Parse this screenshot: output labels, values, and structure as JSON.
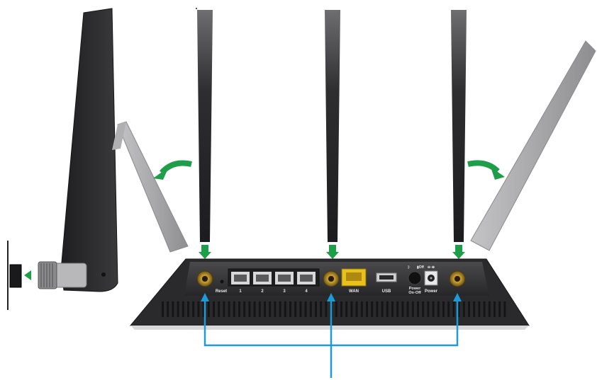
{
  "colors": {
    "antenna_dark": "#2a2a2c",
    "antenna_light": "#9a9a9c",
    "router_body": "#3c3c3e",
    "router_bezel": "#2c2c2e",
    "arrow_green": "#1f9e4a",
    "callout_blue": "#1e9ad6",
    "connector_gold": "#c8a030",
    "wan_yellow": "#e8c21a"
  },
  "icons": {
    "rotate_left": "curved-arrow-left-icon",
    "rotate_right": "curved-arrow-right-icon",
    "insert": "arrow-down-icon"
  },
  "port_labels": {
    "reset": "Reset",
    "lan_1": "1",
    "lan_2": "2",
    "lan_3": "3",
    "lan_4": "4",
    "wan": "WAN",
    "usb": "USB",
    "power_switch_line1": "Power",
    "power_switch_line2": "On◦Off",
    "power_switch_top_left": "|◦",
    "power_switch_top_right": "▮Off",
    "power_jack": "Power",
    "power_jack_symbol": "⊖◦⊕"
  }
}
